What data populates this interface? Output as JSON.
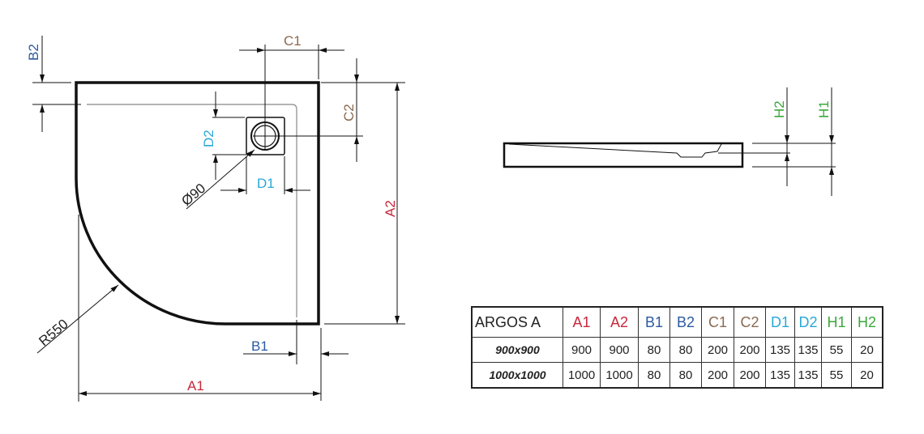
{
  "plan_view": {
    "labels": {
      "A1": "A1",
      "A2": "A2",
      "B1": "B1",
      "B2": "B2",
      "C1": "C1",
      "C2": "C2",
      "D1": "D1",
      "D2": "D2",
      "diameter": "Ø90",
      "radius": "R550"
    }
  },
  "side_view": {
    "labels": {
      "H1": "H1",
      "H2": "H2"
    }
  },
  "colors": {
    "A": "#c8283c",
    "B": "#2b5aa0",
    "C": "#8b6a50",
    "D": "#2aa8d8",
    "H": "#3aa83a"
  },
  "table": {
    "title": "ARGOS A",
    "headers": [
      "A1",
      "A2",
      "B1",
      "B2",
      "C1",
      "C2",
      "D1",
      "D2",
      "H1",
      "H2"
    ],
    "rows": [
      {
        "model": "900x900",
        "values": [
          "900",
          "900",
          "80",
          "80",
          "200",
          "200",
          "135",
          "135",
          "55",
          "20"
        ]
      },
      {
        "model": "1000x1000",
        "values": [
          "1000",
          "1000",
          "80",
          "80",
          "200",
          "200",
          "135",
          "135",
          "55",
          "20"
        ]
      }
    ]
  }
}
